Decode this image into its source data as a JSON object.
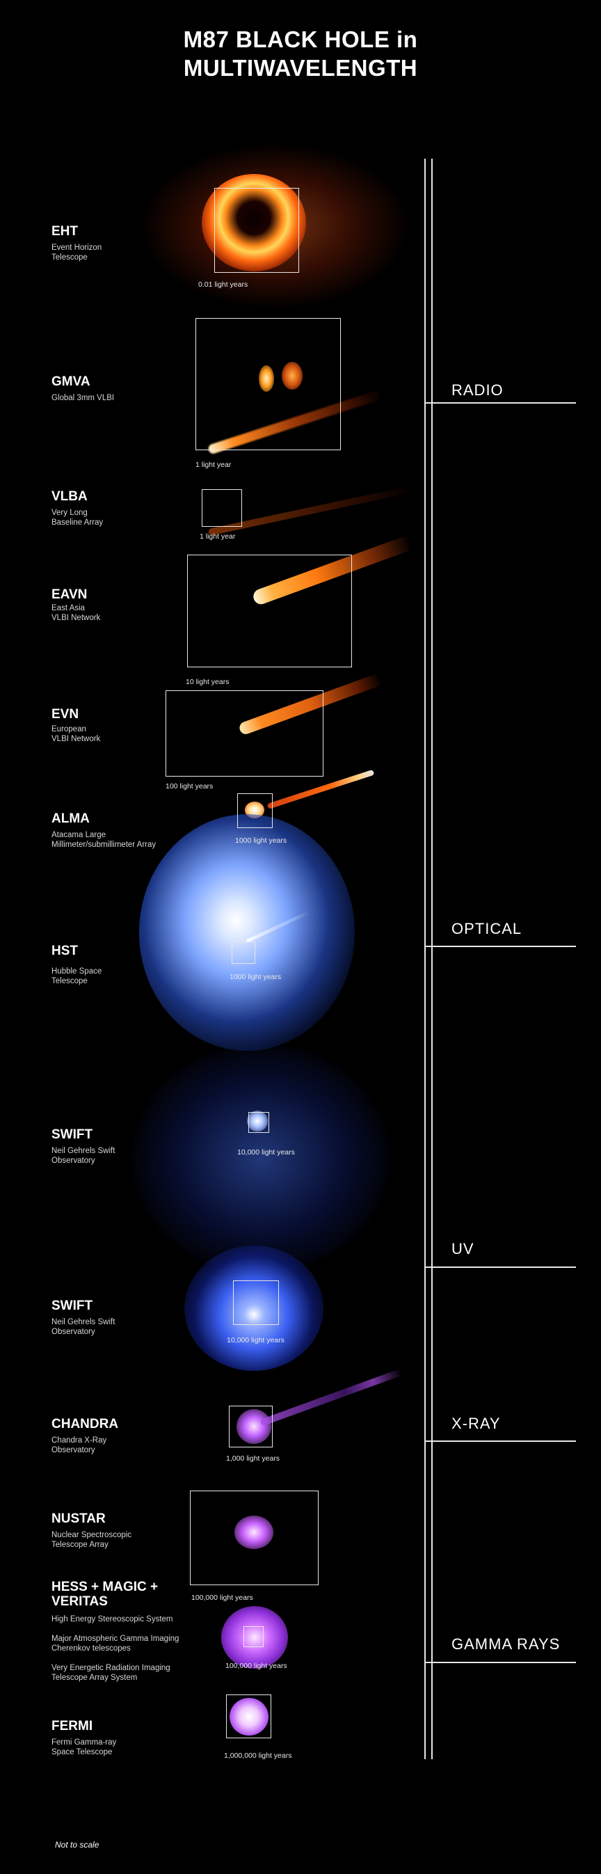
{
  "title": {
    "line1": "M87 BLACK HOLE in",
    "line2": "MULTIWAVELENGTH"
  },
  "bands": {
    "radio": "RADIO",
    "optical": "OPTICAL",
    "uv": "UV",
    "xray": "X-RAY",
    "gamma": "GAMMA RAYS"
  },
  "observations": [
    {
      "name": "EHT",
      "sub": "Event Horizon\nTelescope",
      "scale": "0.01 light years"
    },
    {
      "name": "GMVA",
      "sub": "Global 3mm VLBI",
      "scale": "1 light year"
    },
    {
      "name": "VLBA",
      "sub": "Very Long\nBaseline Array",
      "scale": "1 light year"
    },
    {
      "name": "EAVN",
      "sub": "East Asia\nVLBI Network",
      "scale": "10 light years"
    },
    {
      "name": "EVN",
      "sub": "European\nVLBI Network",
      "scale": "100 light years"
    },
    {
      "name": "ALMA",
      "sub": "Atacama Large\nMillimeter/submillimeter Array",
      "scale": "1000 light years"
    },
    {
      "name": "HST",
      "sub": "Hubble Space\nTelescope",
      "scale": "1000 light years"
    },
    {
      "name": "SWIFT",
      "sub": "Neil Gehrels Swift\nObservatory",
      "scale": "10,000 light years"
    },
    {
      "name": "SWIFT",
      "sub": "Neil Gehrels Swift\nObservatory",
      "scale": "10,000 light years"
    },
    {
      "name": "CHANDRA",
      "sub": "Chandra X-Ray\nObservatory",
      "scale": "1,000 light years"
    },
    {
      "name": "NUSTAR",
      "sub": "Nuclear Spectroscopic\nTelescope Array",
      "scale": "100,000 light years"
    },
    {
      "name": "HESS + MAGIC +\nVERITAS",
      "sub": "High Energy Stereoscopic System",
      "sub2": "Major Atmospheric Gamma Imaging\nCherenkov telescopes",
      "sub3": "Very Energetic Radiation Imaging\nTelescope Array System",
      "scale": "100,000 light years"
    },
    {
      "name": "FERMI",
      "sub": "Fermi Gamma-ray\nSpace Telescope",
      "scale": "1,000,000 light years"
    }
  ],
  "footer": "Not to scale"
}
